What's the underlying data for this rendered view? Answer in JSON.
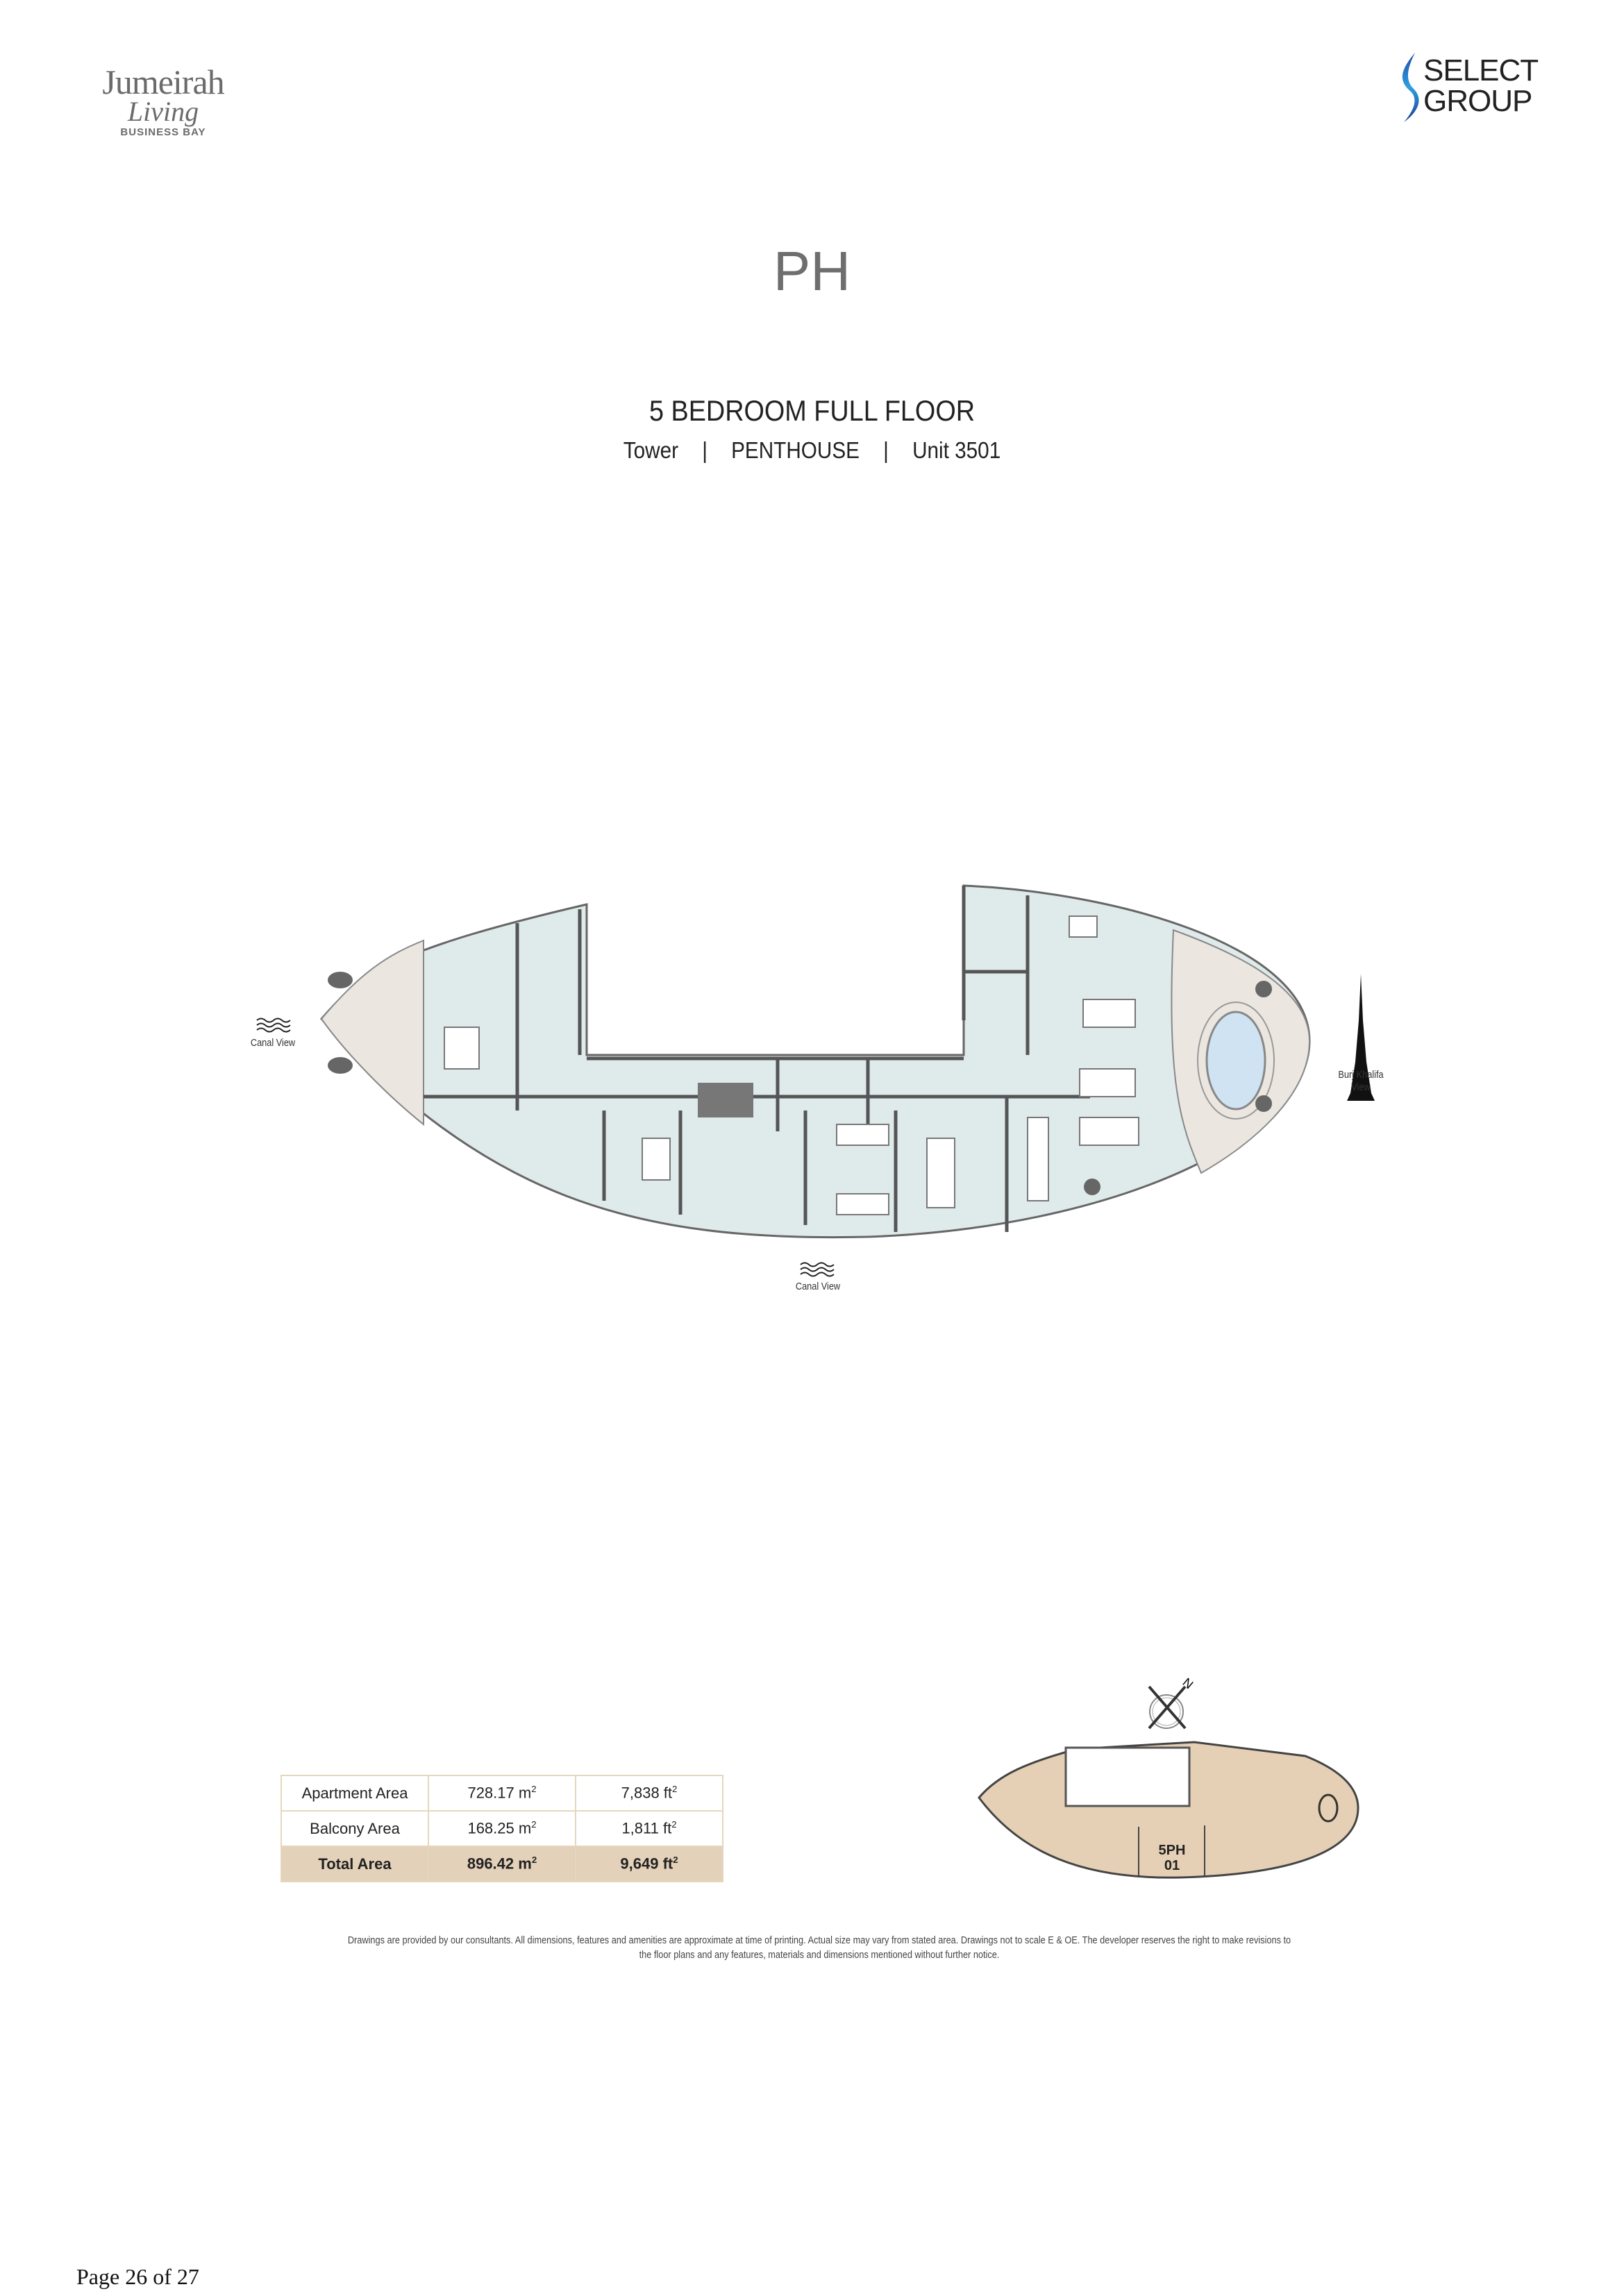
{
  "header": {
    "left_logo": {
      "line1": "Jumeirah",
      "line2": "Living",
      "line3": "BUSINESS BAY"
    },
    "right_logo": {
      "line1": "SELECT",
      "line2": "GROUP"
    }
  },
  "title": "PH",
  "unit": {
    "type": "5 BEDROOM FULL FLOOR",
    "building": "Tower",
    "category": "PENTHOUSE",
    "number": "Unit 3501",
    "separator": "|"
  },
  "plan": {
    "view_left": "Canal View",
    "view_bottom": "Canal View",
    "view_right_line1": "Burj Khalifa",
    "view_right_line2": "View",
    "colors": {
      "interior": "#dfeaea",
      "balcony": "#ebe6e0",
      "pool": "#cfe3f2",
      "wall": "#555555"
    }
  },
  "key_plan": {
    "label_line1": "5PH",
    "label_line2": "01",
    "compass": "N",
    "color": "#e5d0b5"
  },
  "areas": {
    "rows": [
      {
        "label": "Apartment Area",
        "sqm": "728.17 m",
        "sqft": "7,838 ft"
      },
      {
        "label": "Balcony Area",
        "sqm": "168.25 m",
        "sqft": "1,811 ft"
      },
      {
        "label": "Total Area",
        "sqm": "896.42 m",
        "sqft": "9,649 ft"
      }
    ],
    "unit_sup": "2"
  },
  "disclaimer": "Drawings are provided by our consultants. All dimensions, features and amenities are approximate at time of printing.  Actual size may vary from stated area. Drawings not to scale E & OE. The developer reserves the right to make revisions to the floor plans and any features, materials and dimensions mentioned without further notice.",
  "page": "Page 26 of 27"
}
